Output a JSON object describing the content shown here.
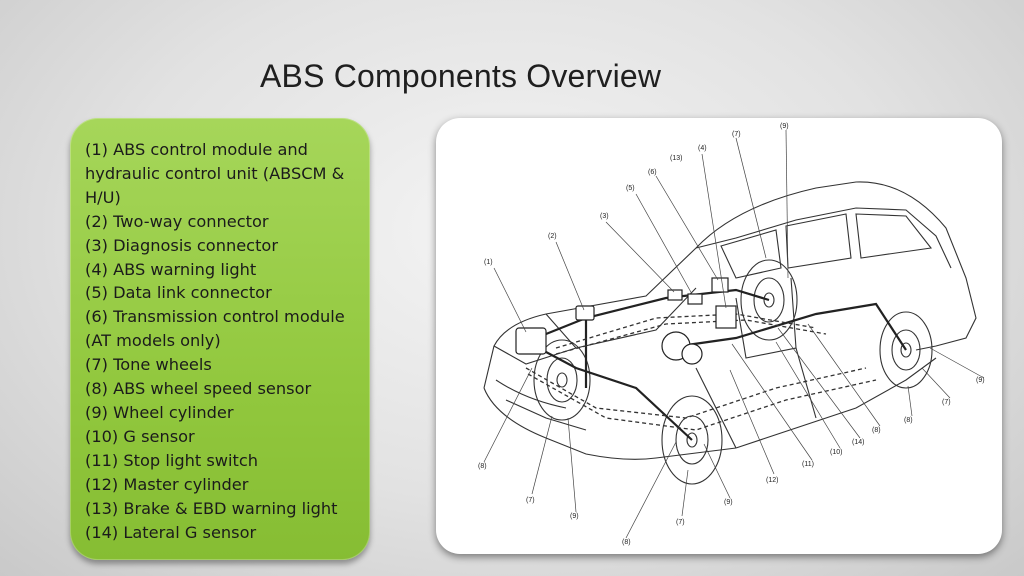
{
  "title": "ABS Components Overview",
  "components": [
    "(1) ABS control module and hydraulic control unit (ABSCM & H/U)",
    "(2) Two-way connector",
    "(3) Diagnosis connector",
    "(4) ABS warning light",
    "(5) Data link connector",
    "(6) Transmission control module (AT models only)",
    "(7) Tone wheels",
    "(8) ABS wheel speed sensor",
    "(9) Wheel cylinder",
    "(10) G sensor",
    "(11) Stop light switch",
    "(12) Master cylinder",
    "(13) Brake & EBD warning light",
    "(14) Lateral G sensor"
  ],
  "diagram": {
    "callouts": [
      "(1)",
      "(2)",
      "(3)",
      "(4)",
      "(5)",
      "(6)",
      "(7)",
      "(8)",
      "(9)",
      "(10)",
      "(11)",
      "(12)",
      "(13)",
      "(14)"
    ]
  },
  "colors": {
    "panel_green": "#92c83e",
    "background": "#e2e2e2",
    "diagram_bg": "#ffffff"
  }
}
